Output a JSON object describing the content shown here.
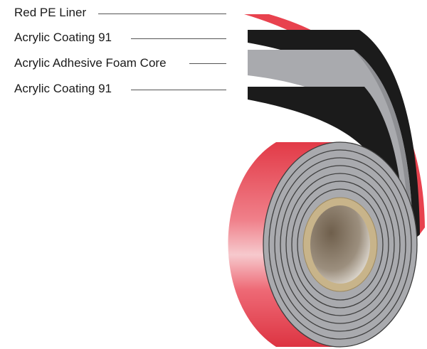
{
  "labels": [
    {
      "text": "Red PE Liner"
    },
    {
      "text": "Acrylic Coating 91"
    },
    {
      "text": "Acrylic Adhesive Foam Core"
    },
    {
      "text": "Acrylic Coating 91"
    }
  ],
  "colors": {
    "liner_red": "#e8424e",
    "coating_black": "#1b1b1b",
    "foam_gray": "#a9aaae",
    "core_tan": "#c8b48a"
  }
}
